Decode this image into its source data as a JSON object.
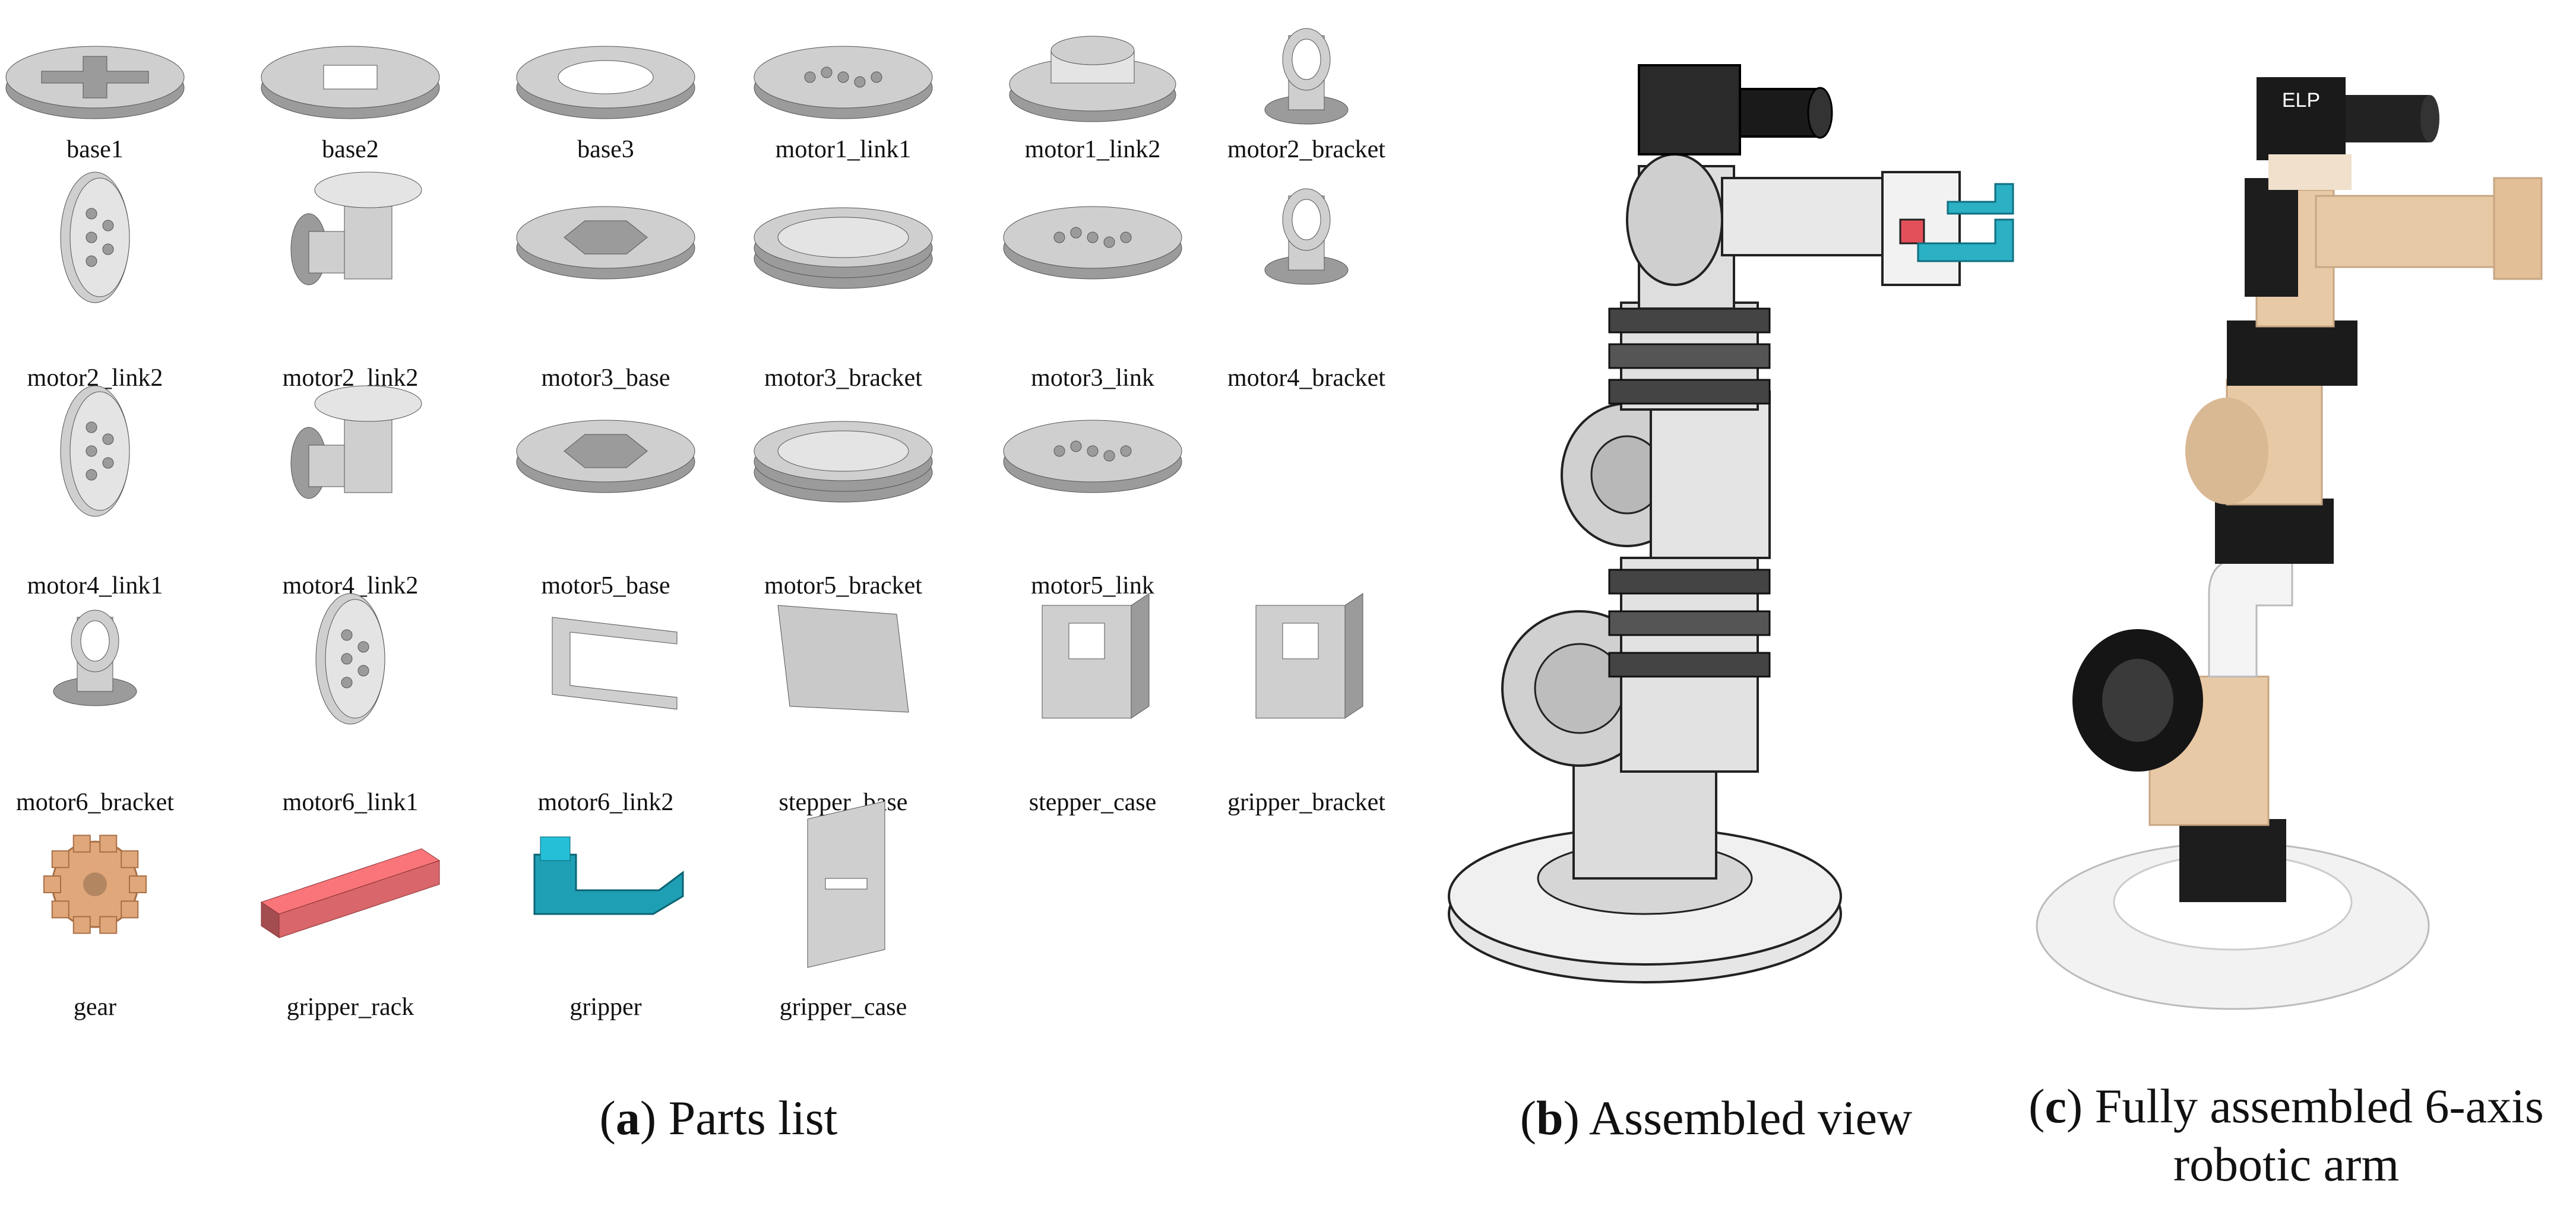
{
  "parts_list": {
    "rows": [
      [
        {
          "label": "base1",
          "icon": "plate-cross-icon",
          "color": "#cfcfcf"
        },
        {
          "label": "base2",
          "icon": "plate-square-window-icon",
          "color": "#cfcfcf"
        },
        {
          "label": "base3",
          "icon": "ring-plate-icon",
          "color": "#cfcfcf"
        },
        {
          "label": "motor1_link1",
          "icon": "plate-holes-icon",
          "color": "#cfcfcf"
        },
        {
          "label": "motor1_link2",
          "icon": "stepped-plate-icon",
          "color": "#cfcfcf"
        },
        {
          "label": "motor2_bracket",
          "icon": "bracket-icon",
          "color": "#cfcfcf"
        }
      ],
      [
        {
          "label": "motor2_link2",
          "icon": "disc-side-icon",
          "color": "#cfcfcf"
        },
        {
          "label": "motor2_link2",
          "icon": "elbow-tube-icon",
          "color": "#cfcfcf"
        },
        {
          "label": "motor3_base",
          "icon": "hex-plate-icon",
          "color": "#cfcfcf"
        },
        {
          "label": "motor3_bracket",
          "icon": "ring-stack-icon",
          "color": "#cfcfcf"
        },
        {
          "label": "motor3_link",
          "icon": "plate-holes-icon",
          "color": "#cfcfcf"
        },
        {
          "label": "motor4_bracket",
          "icon": "bracket-icon",
          "color": "#cfcfcf"
        }
      ],
      [
        {
          "label": "motor4_link1",
          "icon": "disc-side-icon",
          "color": "#cfcfcf"
        },
        {
          "label": "motor4_link2",
          "icon": "elbow-tube-icon",
          "color": "#cfcfcf"
        },
        {
          "label": "motor5_base",
          "icon": "hex-plate-icon",
          "color": "#cfcfcf"
        },
        {
          "label": "motor5_bracket",
          "icon": "ring-stack-icon",
          "color": "#cfcfcf"
        },
        {
          "label": "motor5_link",
          "icon": "plate-holes-icon",
          "color": "#cfcfcf"
        }
      ],
      [
        {
          "label": "motor6_bracket",
          "icon": "ring-bracket-icon",
          "color": "#cfcfcf"
        },
        {
          "label": "motor6_link1",
          "icon": "disc-side-icon",
          "color": "#cfcfcf"
        },
        {
          "label": "motor6_link2",
          "icon": "u-channel-icon",
          "color": "#cfcfcf"
        },
        {
          "label": "stepper_base",
          "icon": "square-plate-icon",
          "color": "#c9c9c9"
        },
        {
          "label": "stepper_case",
          "icon": "block-case-icon",
          "color": "#cfcfcf"
        },
        {
          "label": "gripper_bracket",
          "icon": "block-bracket-icon",
          "color": "#cfcfcf"
        }
      ],
      [
        {
          "label": "gear",
          "icon": "gear-icon",
          "color": "#e0a77a"
        },
        {
          "label": "gripper_rack",
          "icon": "rack-icon",
          "color": "#d9666a"
        },
        {
          "label": "gripper",
          "icon": "gripper-finger-icon",
          "color": "#1f9fb4"
        },
        {
          "label": "gripper_case",
          "icon": "slotted-plate-icon",
          "color": "#cfcfcf"
        }
      ]
    ]
  },
  "captions": {
    "a": {
      "letter": "a",
      "text": "Parts list"
    },
    "b": {
      "letter": "b",
      "text": "Assembled view"
    },
    "c": {
      "letter": "c",
      "line1": "Fully assembled 6-axis",
      "line2": "robotic arm"
    }
  }
}
